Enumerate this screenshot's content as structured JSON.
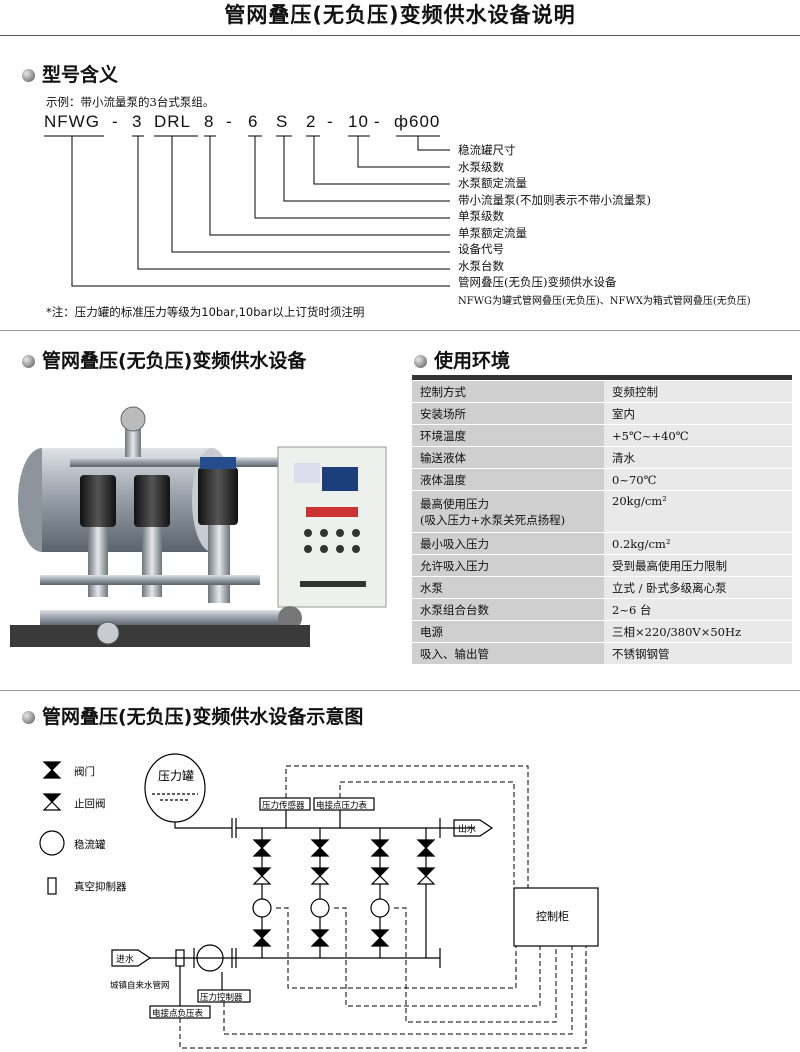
{
  "title": "管网叠压(无负压)变频供水设备说明",
  "model_section": {
    "heading": "型号含义",
    "example": "示例：带小流量泵的3台式泵组。",
    "code_parts": [
      "NFWG",
      "-",
      "3",
      "DRL",
      "8",
      "-",
      "6",
      "S",
      "2",
      "-",
      "10",
      "-",
      "ф600"
    ],
    "legend": [
      "稳流罐尺寸",
      "水泵级数",
      "水泵额定流量",
      "带小流量泵(不加则表示不带小流量泵)",
      "单泵级数",
      "单泵额定流量",
      "设备代号",
      "水泵台数",
      "管网叠压(无负压)变频供水设备"
    ],
    "footnote": "NFWG为罐式管网叠压(无负压)、NFWX为箱式管网叠压(无负压)",
    "note": "*注：压力罐的标准压力等级为10bar,10bar以上订货时须注明"
  },
  "equipment_section": {
    "heading": "管网叠压(无负压)变频供水设备"
  },
  "env_section": {
    "heading": "使用环境",
    "rows": [
      {
        "k": "控制方式",
        "v": "变频控制"
      },
      {
        "k": "安装场所",
        "v": "室内"
      },
      {
        "k": "环境温度",
        "v": "+5℃~+40℃"
      },
      {
        "k": "输送液体",
        "v": "清水"
      },
      {
        "k": "液体温度",
        "v": "0~70℃"
      },
      {
        "k": "最高使用压力",
        "k2": "(吸入压力+水泵关死点扬程)",
        "v": "20kg/cm²"
      },
      {
        "k": "最小吸入压力",
        "v": "0.2kg/cm²"
      },
      {
        "k": "允许吸入压力",
        "v": "受到最高使用压力限制"
      },
      {
        "k": "水泵",
        "v": "立式 / 卧式多级离心泵"
      },
      {
        "k": "水泵组合台数",
        "v": "2~6 台"
      },
      {
        "k": "电源",
        "v": "三相×220/380V×50Hz"
      },
      {
        "k": "吸入、输出管",
        "v": "不锈钢钢管"
      }
    ]
  },
  "diagram_section": {
    "heading": "管网叠压(无负压)变频供水设备示意图",
    "legend": [
      "阀门",
      "止回阀",
      "稳流罐",
      "真空抑制器"
    ],
    "labels": {
      "tank": "压力罐",
      "pressure_sensor": "压力传感器",
      "contact_gauge": "电接点压力表",
      "outlet": "出水",
      "inlet": "进水",
      "city_pipe": "城镇自来水管网",
      "pressure_controller": "压力控制器",
      "neg_gauge": "电接点负压表",
      "cabinet": "控制柜"
    }
  }
}
